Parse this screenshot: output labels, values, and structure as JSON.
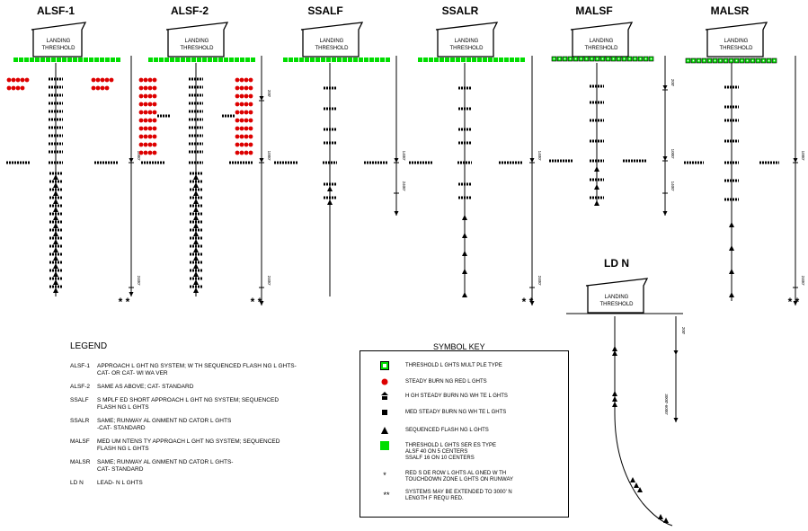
{
  "systems": [
    {
      "id": "alsf1",
      "title": "ALSF-1"
    },
    {
      "id": "alsf2",
      "title": "ALSF-2"
    },
    {
      "id": "ssalf",
      "title": "SSALF"
    },
    {
      "id": "ssalr",
      "title": "SSALR"
    },
    {
      "id": "malsf",
      "title": "MALSF"
    },
    {
      "id": "malsr",
      "title": "MALSR"
    }
  ],
  "threshold_label": [
    "LANDING",
    "THRESHOLD"
  ],
  "distance_labels": [
    "200'",
    "1000'",
    "1400'",
    "2400'"
  ],
  "double_asterisk": "* *",
  "ldin": {
    "title": "LD N",
    "distance_label": "3000'-6000'"
  },
  "legend": {
    "title": "LEGEND",
    "items": [
      {
        "abbr": "ALSF-1",
        "desc": "APPROACH L GHT NG SYSTEM; W TH SEQUENCED FLASH NG L GHTS-\nCAT-  OR CAT-   WI WA VER"
      },
      {
        "abbr": "ALSF-2",
        "desc": "SAME AS ABOVE; CAT-  STANDARD"
      },
      {
        "abbr": "SSALF",
        "desc": "S MPLF ED SHORT APPROACH L GHT NG SYSTEM; SEQUENCED\nFLASH NG L GHTS"
      },
      {
        "abbr": "SSALR",
        "desc": "SAME; RUNWAY AL GNMENT  ND CATOR L GHTS\n-CAT-  STANDARD"
      },
      {
        "abbr": "MALSF",
        "desc": "MED UM  NTENS TY APPROACH L GHT NG SYSTEM; SEQUENCED\nFLASH NG L GHTS"
      },
      {
        "abbr": "MALSR",
        "desc": "SAME; RUNWAY AL GNMENT  ND CATOR L GHTS-\nCAT-  STANDARD"
      },
      {
        "abbr": "LD N",
        "desc": "LEAD- N L GHTS"
      }
    ]
  },
  "symbol_key": {
    "title": "SYMBOL KEY",
    "items": [
      {
        "symbol": "threshold-multiple",
        "text": "THRESHOLD L GHTS  MULT PLE TYPE"
      },
      {
        "symbol": "red-dot",
        "text": "STEADY BURN NG RED L GHTS"
      },
      {
        "symbol": "high-white",
        "text": "H GH STEADY BURN NG WH TE L GHTS"
      },
      {
        "symbol": "med-white",
        "text": "MED  STEADY BURN NG WH TE L GHTS"
      },
      {
        "symbol": "triangle",
        "text": "SEQUENCED FLASH NG L GHTS"
      },
      {
        "symbol": "threshold-series",
        "text": "THRESHOLD L GHTS  SER ES TYPE\n      ALSF  40 ON 5 CENTERS\n      SSALF  16 ON 10 CENTERS"
      },
      {
        "symbol": "asterisk",
        "text": "RED S DE ROW L GHTS AL GNED W TH\nTOUCHDOWN ZONE L GHTS ON RUNWAY"
      },
      {
        "symbol": "double-asterisk",
        "text": "SYSTEMS MAY BE EXTENDED TO 3000' N\nLENGTH  F REQU RED."
      }
    ]
  },
  "colors": {
    "green": "#00dd00",
    "red": "#dd0000",
    "black": "#000000"
  }
}
